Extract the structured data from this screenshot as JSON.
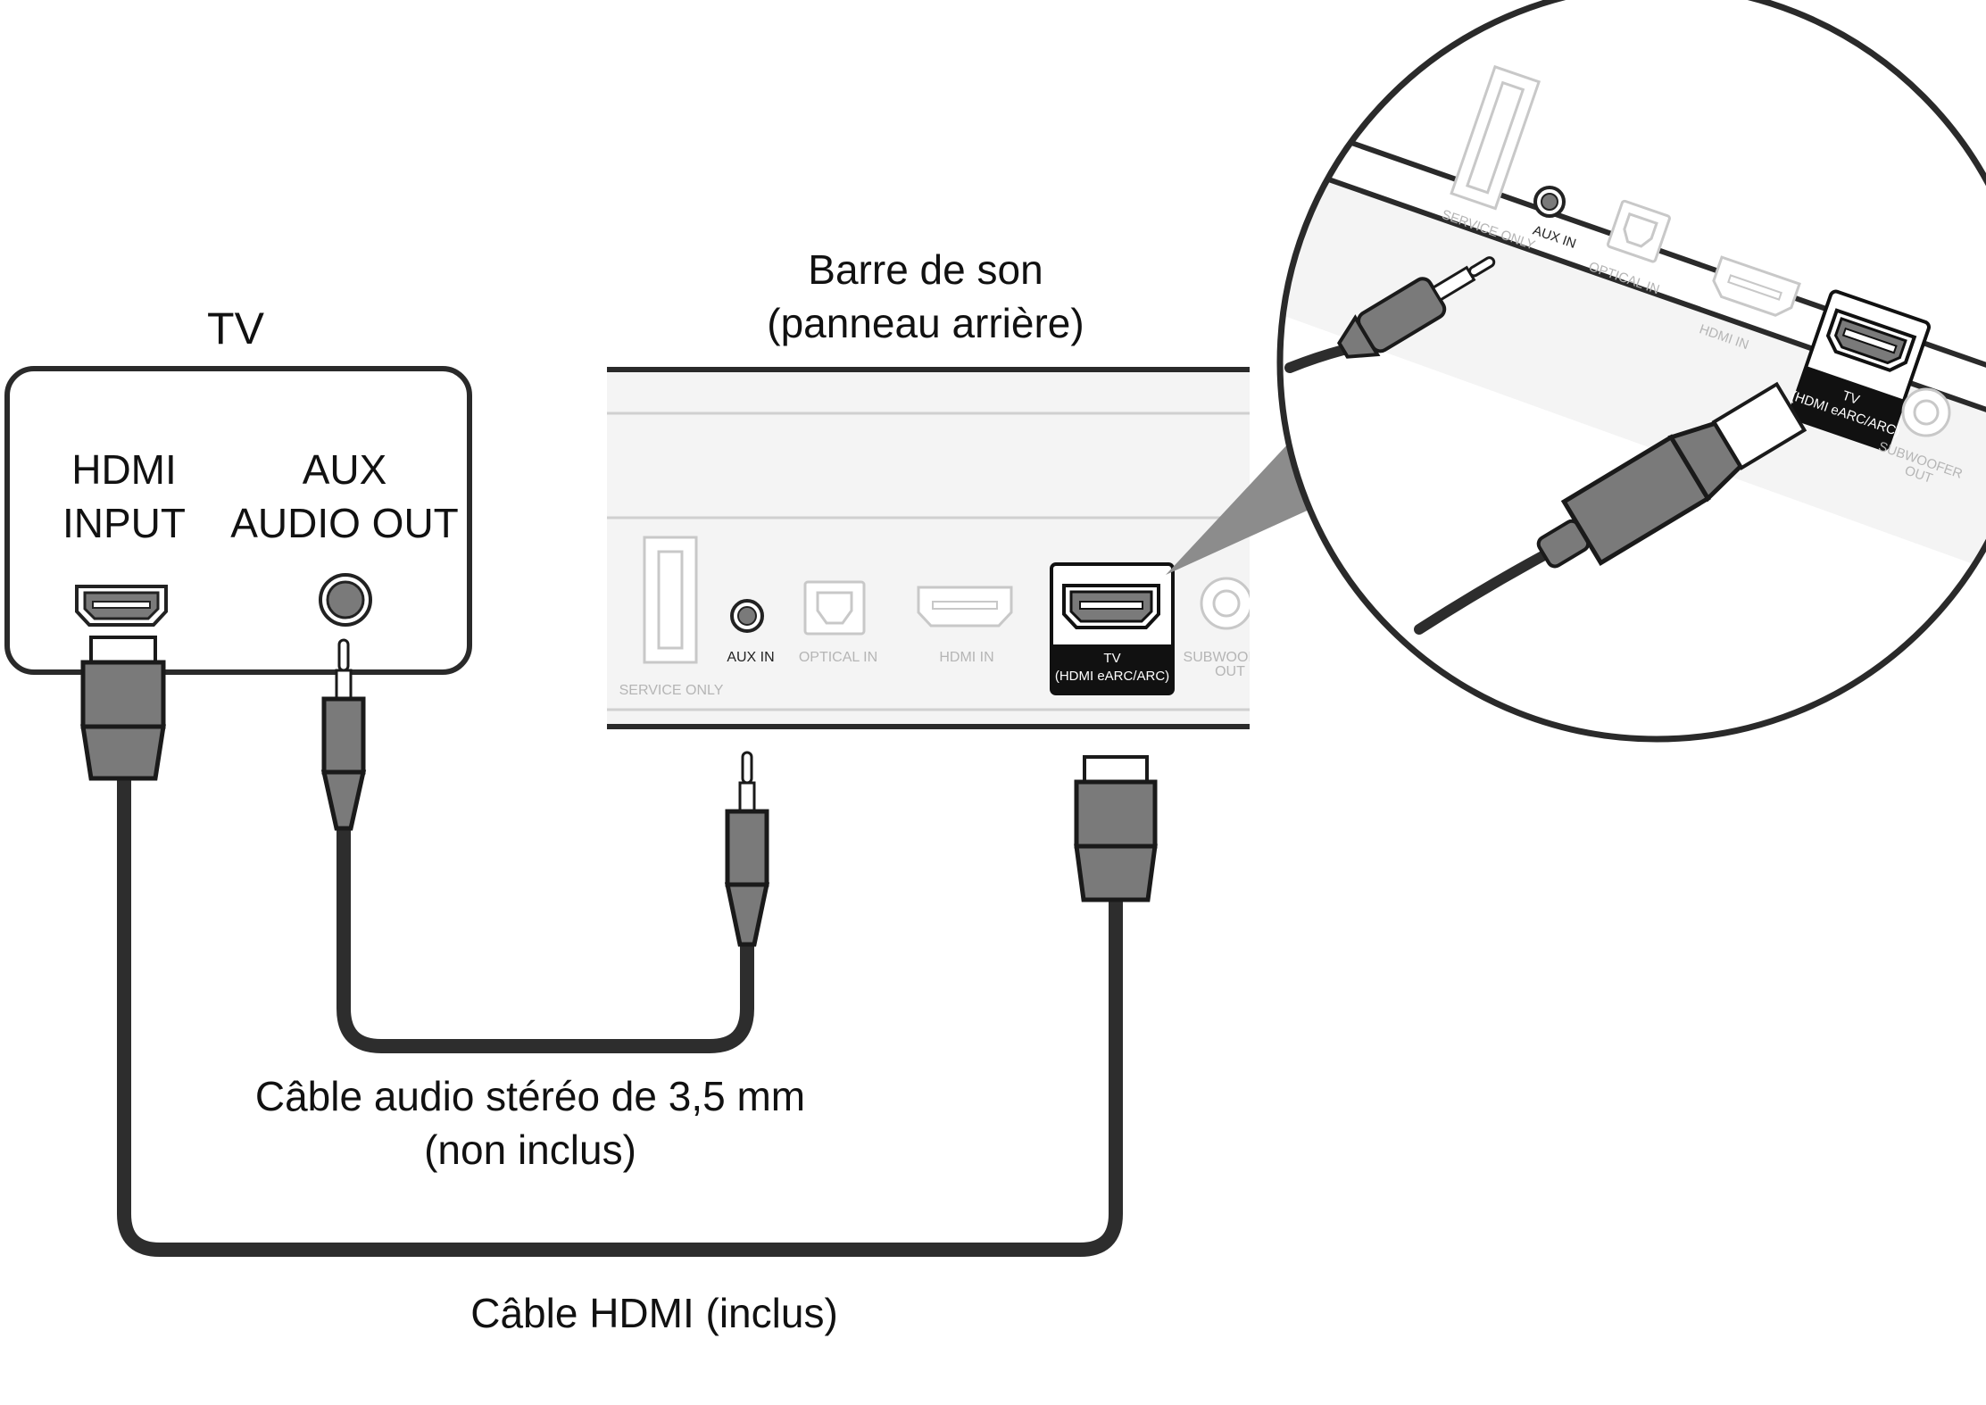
{
  "tv": {
    "title": "TV",
    "hdmi_label_line1": "HDMI",
    "hdmi_label_line2": "INPUT",
    "aux_label_line1": "AUX",
    "aux_label_line2": "AUDIO OUT"
  },
  "soundbar": {
    "title_line1": "Barre de son",
    "title_line2": "(panneau arrière)",
    "ports": {
      "service": "SERVICE ONLY",
      "aux": "AUX IN",
      "optical": "OPTICAL IN",
      "hdmi_in": "HDMI IN",
      "tv_line1": "TV",
      "tv_line2": "(HDMI eARC/ARC)",
      "sub_line1": "SUBWOOFER",
      "sub_line2": "OUT"
    }
  },
  "zoom": {
    "service": "SERVICE ONLY",
    "aux": "AUX IN",
    "optical": "OPTICAL IN",
    "hdmi_in": "HDMI IN",
    "tv_line1": "TV",
    "tv_line2": "(HDMI eARC/ARC)",
    "sub_line1": "SUBWOOFER",
    "sub_line2": "OUT"
  },
  "cables": {
    "audio_line1": "Câble audio stéréo de 3,5 mm",
    "audio_line2": "(non inclus)",
    "hdmi": "Câble HDMI (inclus)"
  },
  "colors": {
    "cable": "#2d2d2d",
    "plug": "#7a7a7a",
    "plug_outline": "#1a1a1a",
    "panel_line": "#d0d0d0",
    "highlight_badge": "#111111"
  }
}
